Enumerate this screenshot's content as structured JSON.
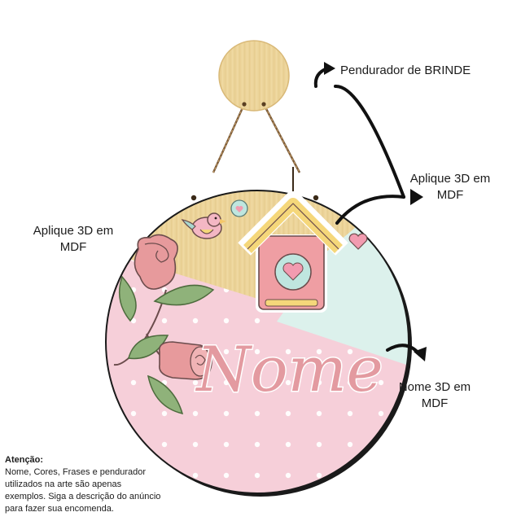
{
  "labels": {
    "hanger": "Pendurador de BRINDE",
    "applique_right_line1": "Aplique 3D em",
    "applique_right_line2": "MDF",
    "applique_left_line1": "Aplique 3D em",
    "applique_left_line2": "MDF",
    "name_3d_line1": "Nome 3D em",
    "name_3d_line2": "MDF"
  },
  "sign": {
    "name": "Nome"
  },
  "notice": {
    "title": "Atenção:",
    "lines": [
      "Nome, Cores, Frases e pendurador",
      "utilizados na arte são apenas",
      "exemplos. Siga a descrição do anúncio",
      "para fazer sua encomenda."
    ]
  },
  "colors": {
    "wood": "#ecd49a",
    "pink": "#f6cfd9",
    "mint": "#dcf1ec",
    "rose": "#e79a9c",
    "leaf": "#8fb27a",
    "border": "#1a1a1a"
  },
  "icons": [
    "arrow-icon",
    "rose-icon",
    "birdhouse-icon",
    "bird-icon",
    "heart-icon",
    "speech-heart-icon"
  ]
}
